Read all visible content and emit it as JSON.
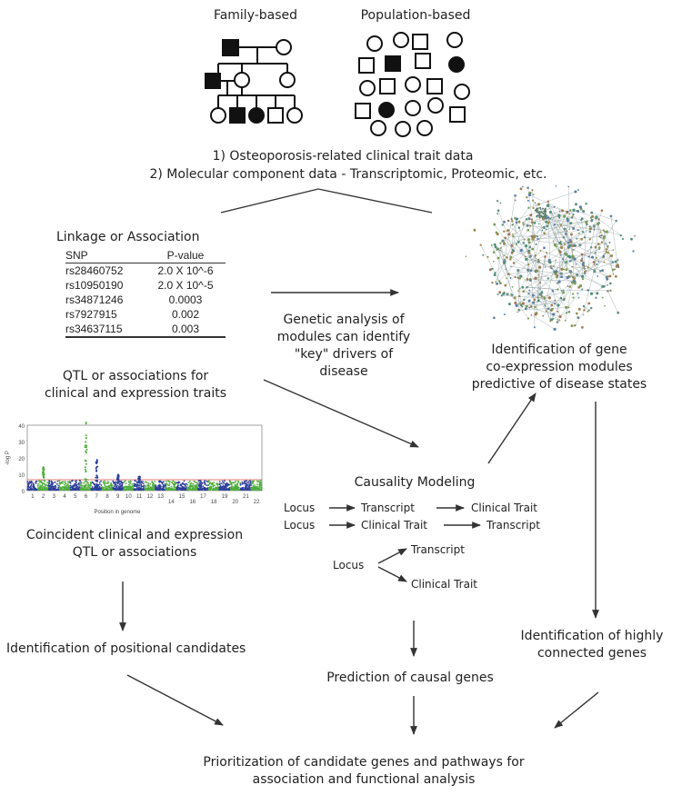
{
  "headers": {
    "family": "Family-based",
    "population": "Population-based"
  },
  "data_types": {
    "line1": "1) Osteoporosis-related clinical trait data",
    "line2": "2) Molecular component data - Transcriptomic, Proteomic, etc."
  },
  "linkage": {
    "title": "Linkage or Association",
    "columns": [
      "SNP",
      "P-value"
    ],
    "rows": [
      {
        "snp": "rs28460752",
        "p": "2.0 X 10^-6"
      },
      {
        "snp": "rs10950190",
        "p": "2.0 X 10^-5"
      },
      {
        "snp": "rs34871246",
        "p": "0.0003"
      },
      {
        "snp": "rs7927915",
        "p": "0.002"
      },
      {
        "snp": "rs34637115",
        "p": "0.003"
      }
    ]
  },
  "genetic_analysis": {
    "line1": "Genetic analysis of",
    "line2": "modules can identify",
    "line3": "\"key\" drivers of",
    "line4": "disease"
  },
  "coexpression": {
    "line1": "Identification of gene",
    "line2": "co-expression modules",
    "line3": "predictive of disease states"
  },
  "qtl": {
    "line1": "QTL or associations for",
    "line2": "clinical and expression traits"
  },
  "manhattan": {
    "y_axis_label": "-log P",
    "x_axis_label": "Position in genome",
    "y_ticks": [
      "40",
      "30",
      "20",
      "10",
      "0"
    ],
    "chromosomes": [
      "1",
      "2",
      "3",
      "4",
      "5",
      "6",
      "7",
      "8",
      "9",
      "10",
      "11",
      "12",
      "13",
      "14",
      "15",
      "16",
      "17",
      "18",
      "19",
      "20",
      "21",
      "22"
    ],
    "colors": {
      "odd": "#2d3f9a",
      "even": "#4fae3c",
      "threshold": "#d9534f"
    }
  },
  "coincident": {
    "line1": "Coincident clinical and expression",
    "line2": "QTL or associations"
  },
  "causality": {
    "title": "Causality Modeling",
    "model1": {
      "locus": "Locus",
      "a": "Transcript",
      "b": "Clinical Trait"
    },
    "model2": {
      "locus": "Locus",
      "a": "Clinical Trait",
      "b": "Transcript"
    },
    "model3": {
      "locus": "Locus",
      "a": "Transcript",
      "b": "Clinical Trait"
    }
  },
  "positional": "Identification of positional candidates",
  "causal_genes": "Prediction of causal genes",
  "connected": {
    "line1": "Identification of highly",
    "line2": "connected genes"
  },
  "prioritization": {
    "line1": "Prioritization of candidate genes and pathways for",
    "line2": "association and functional analysis"
  }
}
